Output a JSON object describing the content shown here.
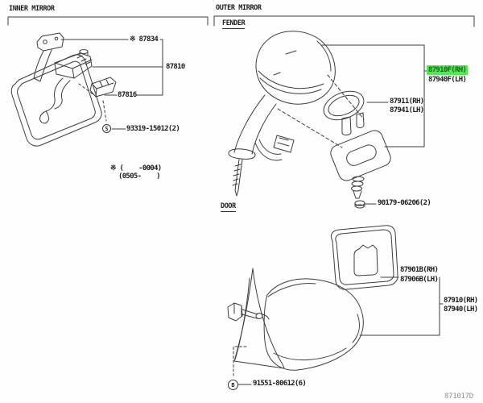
{
  "sections": {
    "inner_mirror": {
      "title": "INNER MIRROR",
      "labels": {
        "p87834": "※ 87834",
        "p87810": "87810",
        "p87816": "87816",
        "screw_symbol": "S",
        "p93319": "93319-15012(2)",
        "note1": "※ (    -0004)",
        "note2": "(0505-    )"
      }
    },
    "outer_mirror": {
      "title": "OUTER MIRROR",
      "fender": {
        "title": "FENDER",
        "labels": {
          "p87910f": "87910F(RH)",
          "p87940f": "87940F(LH)",
          "p87911": "87911(RH)",
          "p87941": "87941(LH)",
          "p90179": "90179-06206(2)"
        }
      },
      "door": {
        "title": "DOOR",
        "labels": {
          "p87901b": "87901B(RH)",
          "p87906b": "87906B(LH)",
          "p87910": "87910(RH)",
          "p87940": "87940(LH)",
          "bolt_symbol": "B",
          "p91551": "91551-80612(6)"
        }
      }
    }
  },
  "footer": {
    "diagram_code": "871017D"
  },
  "colors": {
    "highlight_bg": "#55e655",
    "highlight_text": "#1e5f1e",
    "line": "#3c3c3c",
    "text": "#1b1b1b",
    "muted": "#8f8f8f"
  }
}
